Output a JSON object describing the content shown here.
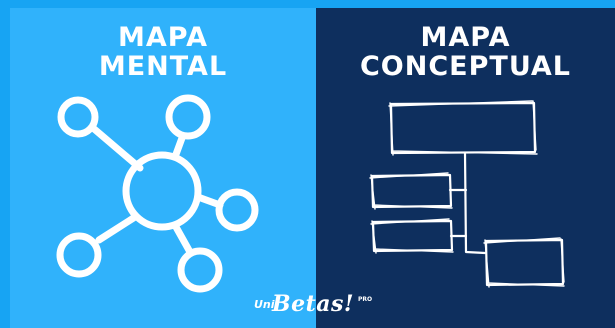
{
  "left_panel": {
    "title_line1": "MAPA",
    "title_line2": "MENTAL",
    "background": "#30b2fb"
  },
  "right_panel": {
    "title_line1": "MAPA",
    "title_line2": "CONCEPTUAL",
    "background": "#0e2f5e"
  },
  "logo": {
    "part1": "Uni",
    "part2": "Betas!",
    "part3": "PRO"
  },
  "icons": {
    "mind_map": "mind-map-icon",
    "concept_map": "concept-map-icon"
  },
  "colors": {
    "frame": "#17a4f3",
    "stroke": "#ffffff"
  }
}
